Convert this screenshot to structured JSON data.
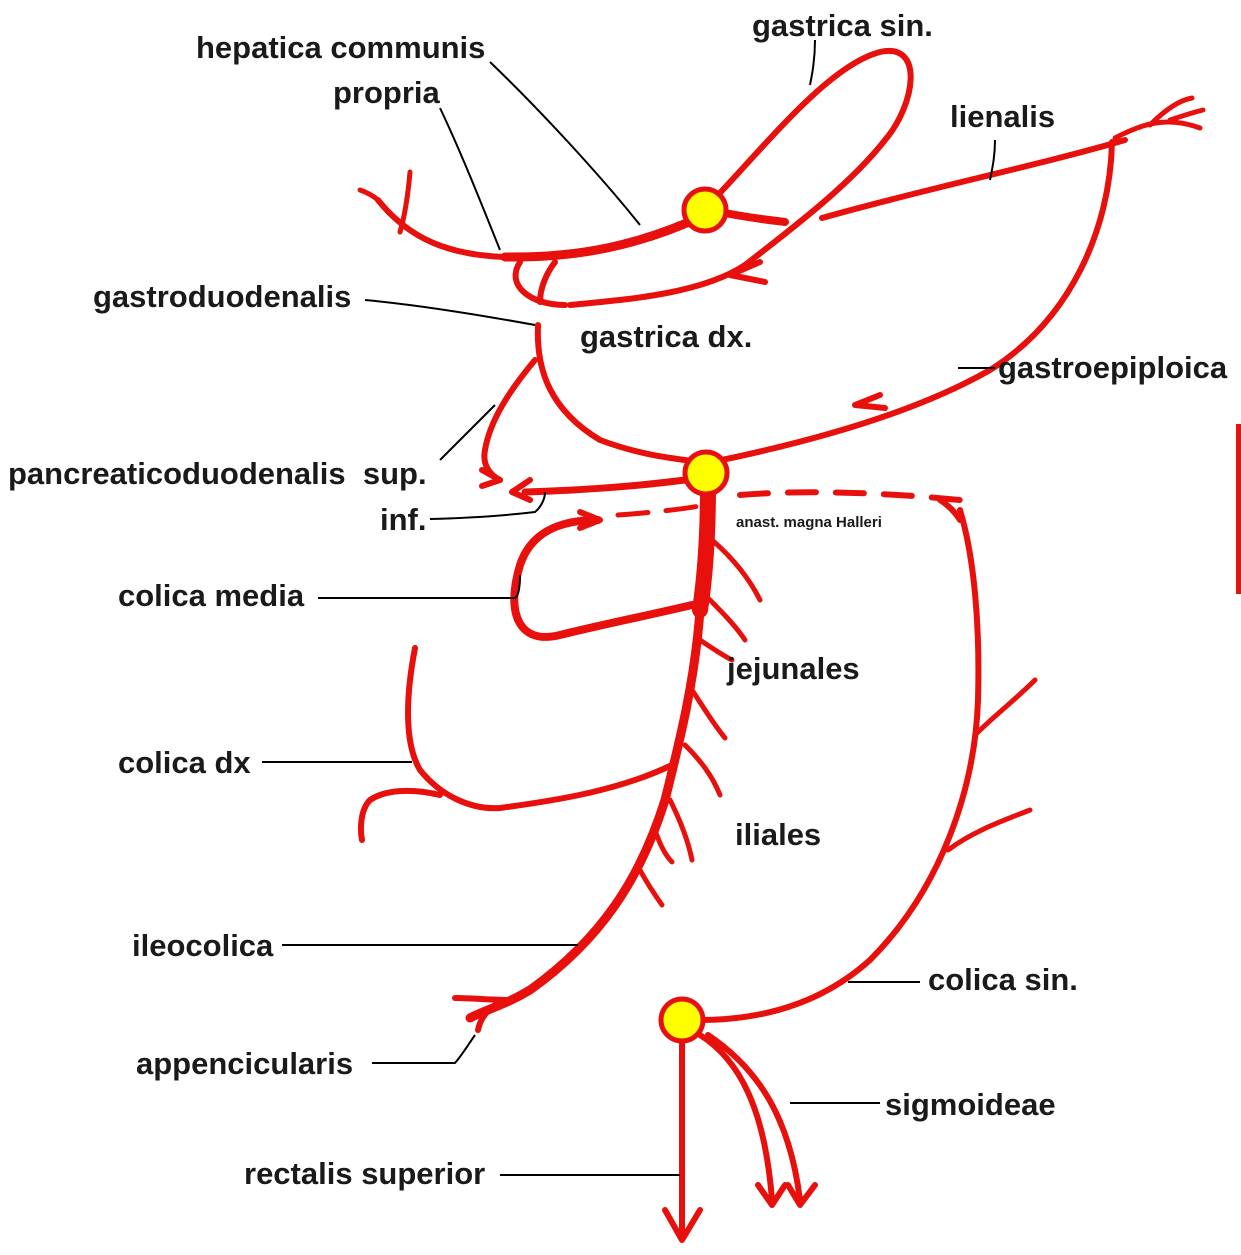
{
  "colors": {
    "vessel": "#e8100c",
    "node": "#ffff00",
    "text": "#1a1a1a",
    "leader": "#000000"
  },
  "labels": {
    "hepatica_communis": "hepatica communis",
    "propria": "propria",
    "gastrica_sin": "gastrica sin.",
    "lienalis": "lienalis",
    "gastroduodenalis": "gastroduodenalis",
    "gastrica_dx": "gastrica dx.",
    "gastroepiploica": "gastroepiploica",
    "pancreaticoduodenalis_sup": "pancreaticoduodenalis  sup.",
    "inf": "inf.",
    "anast_magna_halleri": "anast. magna Halleri",
    "colica_media": "colica media",
    "jejunales": "jejunales",
    "colica_dx": "colica dx",
    "iliales": "iliales",
    "ileocolica": "ileocolica",
    "colica_sin": "colica sin.",
    "appencicularis": "appencicularis",
    "sigmoideae": "sigmoideae",
    "rectalis_superior": "rectalis superior"
  },
  "nodes": [
    {
      "id": "truncus-coeliacus",
      "icon": "yellow-circle"
    },
    {
      "id": "mesenterica-superior",
      "icon": "yellow-circle"
    },
    {
      "id": "mesenterica-inferior",
      "icon": "yellow-circle"
    }
  ]
}
